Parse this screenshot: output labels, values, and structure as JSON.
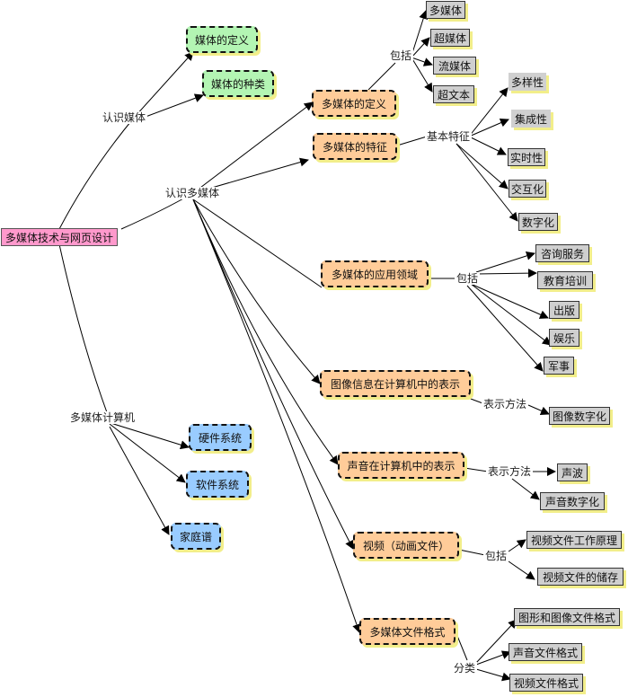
{
  "root": "多媒体技术与网页设计",
  "branches": {
    "recognize_media": "认识媒体",
    "recognize_multimedia": "认识多媒体",
    "multimedia_computer": "多媒体计算机"
  },
  "media": {
    "definition": "媒体的定义",
    "types": "媒体的种类"
  },
  "multimedia": {
    "definition": "多媒体的定义",
    "features": "多媒体的特征",
    "applications": "多媒体的应用领域",
    "image_repr": "图像信息在计算机中的表示",
    "sound_repr": "声音在计算机中的表示",
    "video": "视频（动画文件）",
    "file_formats": "多媒体文件格式"
  },
  "connectors": {
    "includes_1": "包括",
    "basic_features": "基本特征",
    "includes_2": "包括",
    "repr_method_1": "表示方法",
    "repr_method_2": "表示方法",
    "includes_3": "包括",
    "classify": "分类"
  },
  "definition_items": [
    "多媒体",
    "超媒体",
    "流媒体",
    "超文本"
  ],
  "feature_items": [
    "多样性",
    "集成性",
    "实时性",
    "交互化",
    "数字化"
  ],
  "application_items": [
    "咨询服务",
    "教育培训",
    "出版",
    "娱乐",
    "军事"
  ],
  "image_items": [
    "图像数字化"
  ],
  "sound_items": [
    "声波",
    "声音数字化"
  ],
  "video_items": [
    "视频文件工作原理",
    "视频文件的储存"
  ],
  "format_items": [
    "图形和图像文件格式",
    "声音文件格式",
    "视频文件格式"
  ],
  "computer": {
    "hardware": "硬件系统",
    "software": "软件系统",
    "home": "家庭谱"
  },
  "colors": {
    "root": "#ff99cc",
    "media_nodes": "#b3f5b3",
    "multimedia_nodes": "#ffcc99",
    "computer_nodes": "#99ccff",
    "leaf": "#cfcfcf",
    "shadow": "#f2ee8a"
  }
}
